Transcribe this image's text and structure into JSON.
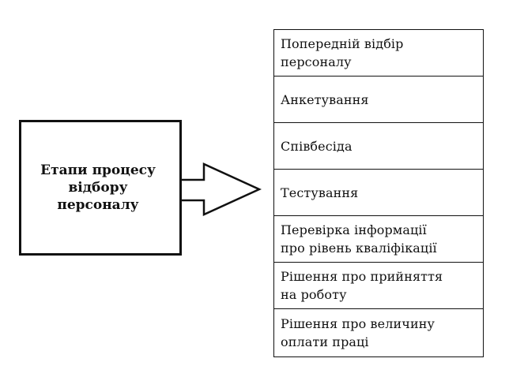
{
  "source": {
    "label": "Етапи процесу\nвідбору\nперсоналу"
  },
  "stages": [
    {
      "label": "Попередній відбір\nперсоналу"
    },
    {
      "label": "Анкетування"
    },
    {
      "label": "Співбесіда"
    },
    {
      "label": "Тестування"
    },
    {
      "label": "Перевірка інформації\nпро рівень кваліфікації"
    },
    {
      "label": "Рішення про прийняття\nна роботу"
    },
    {
      "label": "Рішення про величину\nоплати праці"
    }
  ]
}
